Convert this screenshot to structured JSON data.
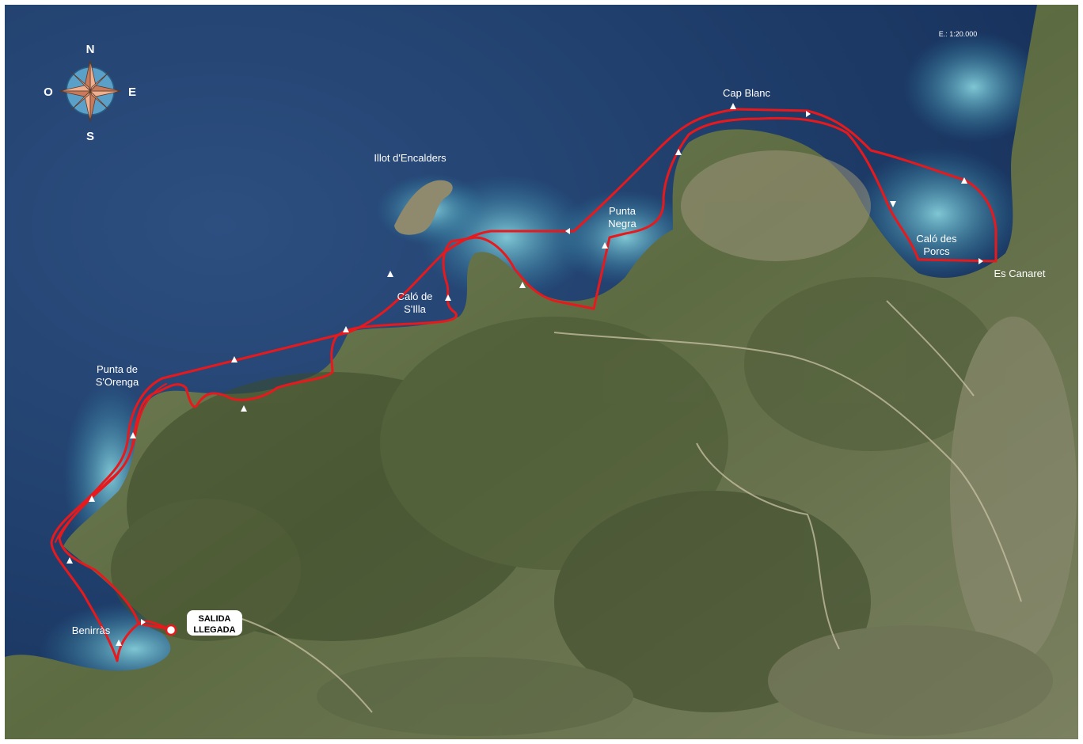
{
  "map": {
    "scale_label": "E.: 1:20.000",
    "start_label_line1": "SALIDA",
    "start_label_line2": "LLEGADA",
    "compass": {
      "north": "N",
      "south": "S",
      "east": "E",
      "west": "O"
    },
    "places": {
      "cap_blanc": "Cap Blanc",
      "illot": "Illot d'Encalders",
      "punta_negra_1": "Punta",
      "punta_negra_2": "Negra",
      "calo_porcs_1": "Caló des",
      "calo_porcs_2": "Porcs",
      "es_canaret": "Es Canaret",
      "calo_silla_1": "Caló de",
      "calo_silla_2": "S'Illa",
      "punta_orenga_1": "Punta de",
      "punta_orenga_2": "S'Orenga",
      "benirras": "Benirràs"
    },
    "route_color": "#e8191c",
    "land_color": "#6f7d52",
    "sea_color": "#1f3d6b",
    "shallow_color": "#3a8fb0"
  }
}
